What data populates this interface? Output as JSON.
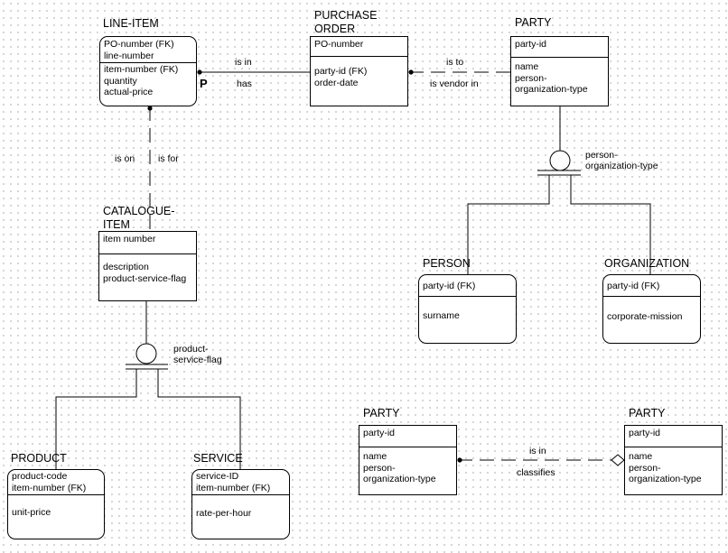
{
  "entities": {
    "line_item": {
      "title": "LINE-ITEM",
      "keys": [
        "PO-number (FK)",
        "line-number"
      ],
      "attrs": [
        "item-number (FK)",
        "quantity",
        "actual-price"
      ]
    },
    "purchase_order": {
      "title": "PURCHASE\nORDER",
      "keys": [
        "PO-number"
      ],
      "attrs": [
        "party-id (FK)",
        "order-date"
      ]
    },
    "party_top": {
      "title": "PARTY",
      "keys": [
        "party-id"
      ],
      "attrs": [
        "name",
        "person-",
        "organization-type"
      ]
    },
    "catalogue_item": {
      "title": "CATALOGUE-\nITEM",
      "keys": [
        "item number"
      ],
      "attrs": [
        "description",
        "product-service-flag"
      ]
    },
    "person": {
      "title": "PERSON",
      "keys": [
        "party-id (FK)"
      ],
      "attrs": [
        "surname"
      ]
    },
    "organization": {
      "title": "ORGANIZATION",
      "keys": [
        "party-id (FK)"
      ],
      "attrs": [
        "corporate-mission"
      ]
    },
    "product": {
      "title": "PRODUCT",
      "keys": [
        "product-code",
        "item-number (FK)"
      ],
      "attrs": [
        "unit-price"
      ]
    },
    "service": {
      "title": "SERVICE",
      "keys": [
        "service-ID",
        "item-number (FK)"
      ],
      "attrs": [
        "rate-per-hour"
      ]
    },
    "party_left": {
      "title": "PARTY",
      "keys": [
        "party-id"
      ],
      "attrs": [
        "name",
        "person-",
        "organization-type"
      ]
    },
    "party_right": {
      "title": "PARTY",
      "keys": [
        "party-id"
      ],
      "attrs": [
        "name",
        "person-",
        "organization-type"
      ]
    }
  },
  "relationships": {
    "po_lineitem": {
      "forward": "is in",
      "reverse": "has",
      "cardinality": "P"
    },
    "po_party": {
      "forward": "is to",
      "reverse": "is vendor in"
    },
    "lineitem_catalogue": {
      "forward": "is on",
      "reverse": "is for"
    },
    "party_party": {
      "forward": "is in",
      "reverse": "classifies"
    }
  },
  "subtypes": {
    "party": {
      "discriminator": "person-\norganization-type"
    },
    "catalogue": {
      "discriminator": "product-\nservice-flag"
    }
  }
}
